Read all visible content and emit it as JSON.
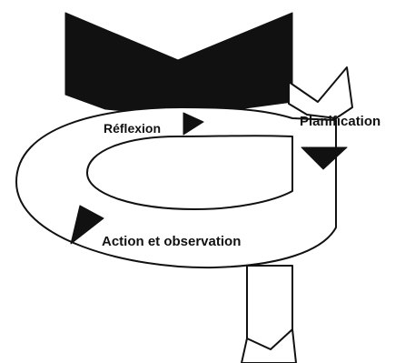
{
  "diagram": {
    "labels": {
      "reflexion": "Réflexion",
      "planification": "Planification",
      "action": "Action et observation"
    },
    "colors": {
      "ink": "#111111",
      "paper": "#ffffff"
    },
    "icons": {
      "top_chevron": "black-chevron-banner",
      "right_chevron": "outline-chevron-banner",
      "bottom_chevron": "outline-chevron-banner",
      "arrow_reflexion": "triangle-arrow-right",
      "arrow_planification": "triangle-arrow-down",
      "arrow_action": "triangle-arrow-left-down"
    }
  }
}
